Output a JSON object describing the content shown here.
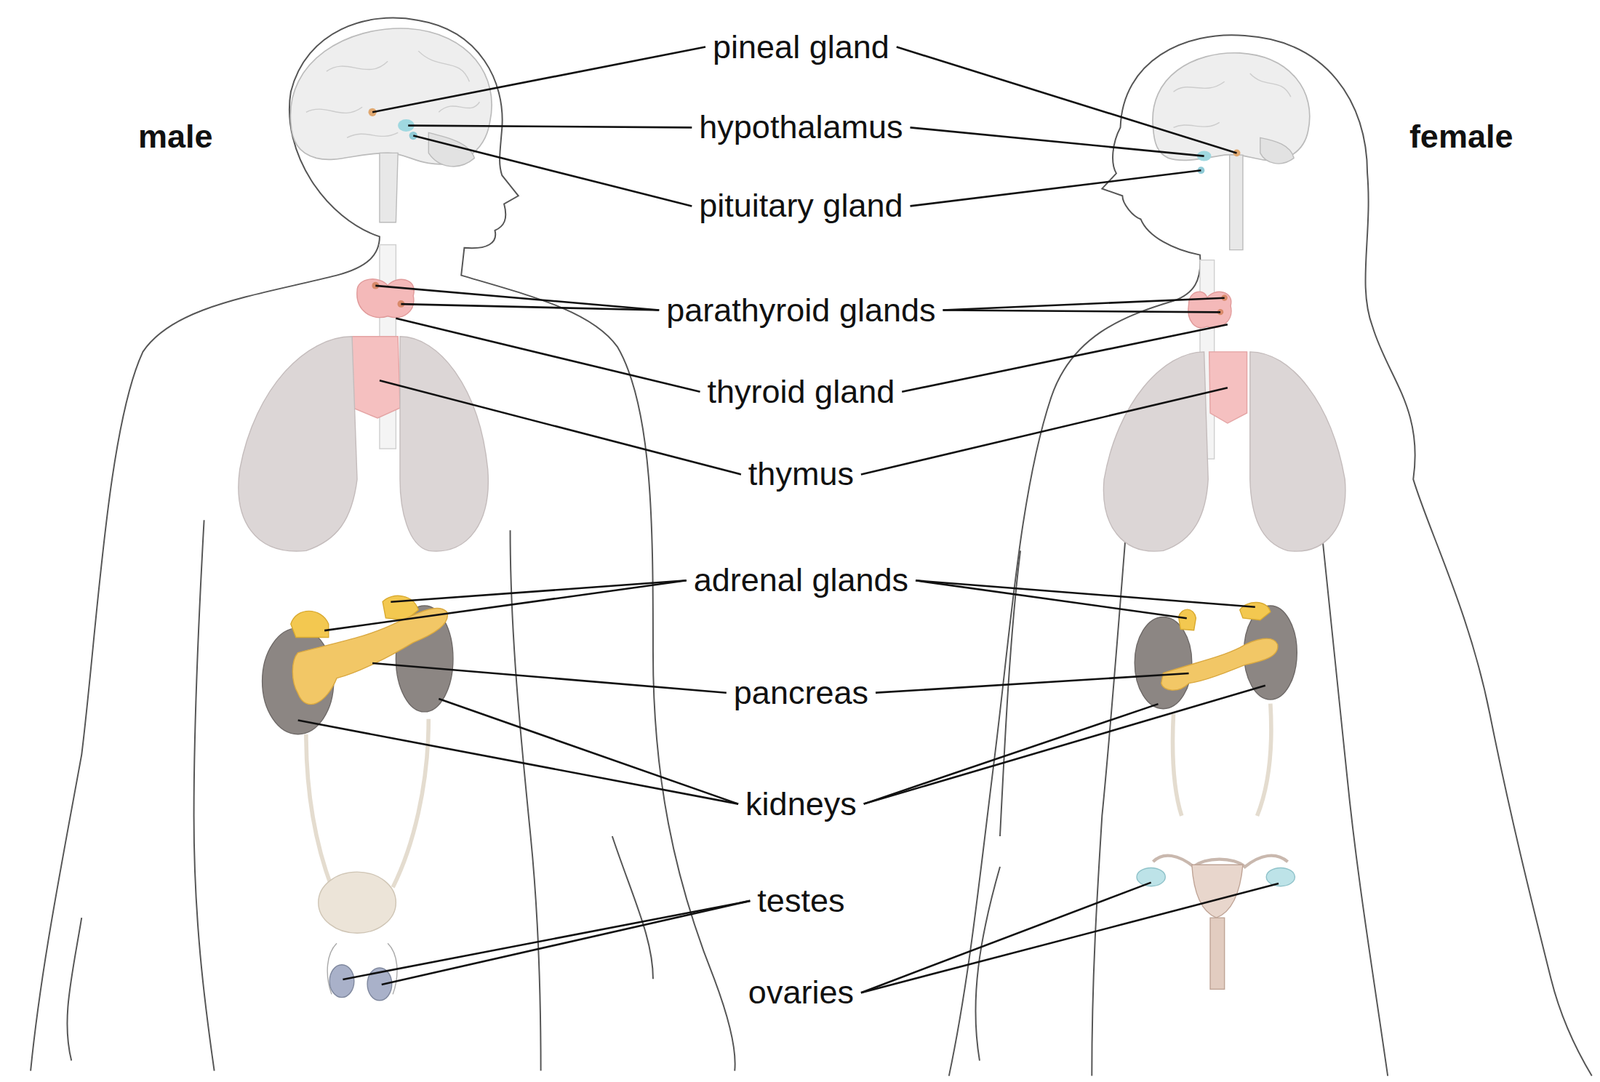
{
  "diagram": {
    "labels": [
      "male",
      "female",
      "pineal gland",
      "hypothalamus",
      "pituitary gland",
      "parathyroid glands",
      "thyroid gland",
      "thymus",
      "adrenal glands",
      "pancreas",
      "kidneys",
      "testes",
      "ovaries"
    ]
  }
}
